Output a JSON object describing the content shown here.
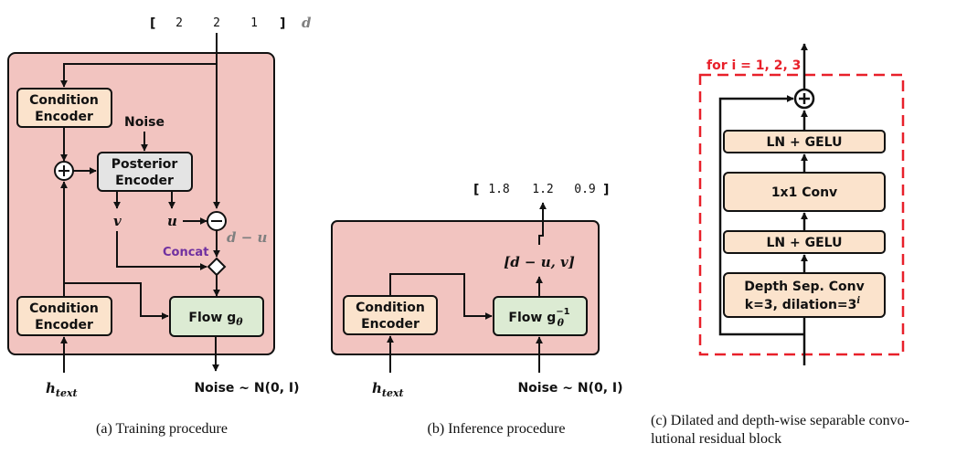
{
  "training": {
    "duration_values": [
      "2",
      "2",
      "1"
    ],
    "duration_symbol": "d",
    "condition_encoder_top": [
      "Condition",
      "Encoder"
    ],
    "noise_label": "Noise",
    "posterior_encoder": [
      "Posterior",
      "Encoder"
    ],
    "v_label": "v",
    "u_label": "u",
    "d_minus_u": "d − u",
    "concat_label": "Concat",
    "condition_encoder_bottom": [
      "Condition",
      "Encoder"
    ],
    "flow_label": "Flow g",
    "flow_sub": "θ",
    "htext_main": "h",
    "htext_sub": "text",
    "noise_output": "Noise ~ N(0, I)",
    "caption": "(a) Training procedure"
  },
  "inference": {
    "output_values": [
      "1.8",
      "1.2",
      "0.9"
    ],
    "vector_label": "[d − u, v]",
    "condition_encoder": [
      "Condition",
      "Encoder"
    ],
    "flow_label": "Flow g",
    "flow_sup": "−1",
    "flow_sub": "θ",
    "htext_main": "h",
    "htext_sub": "text",
    "noise_input": "Noise ~ N(0, I)",
    "caption": "(b) Inference procedure"
  },
  "residual": {
    "loop_label": "for i = 1, 2, 3",
    "blocks": [
      "LN + GELU",
      "1x1 Conv",
      "LN + GELU"
    ],
    "depth_sep_line1": "Depth Sep. Conv",
    "depth_sep_line2": "k=3, dilation=3",
    "depth_sep_sup": "i",
    "caption_line1": "(c) Dilated and depth-wise separable convo-",
    "caption_line2": "lutional residual block"
  },
  "colors": {
    "panel_fill": "#f2c4c0",
    "encoder_fill": "#fbe3cc",
    "posterior_fill": "#e4e4e4",
    "flow_fill": "#dcebd3",
    "concat_text": "#7030a0",
    "loop_border": "#e8202a",
    "gray_symbol": "#808080"
  }
}
